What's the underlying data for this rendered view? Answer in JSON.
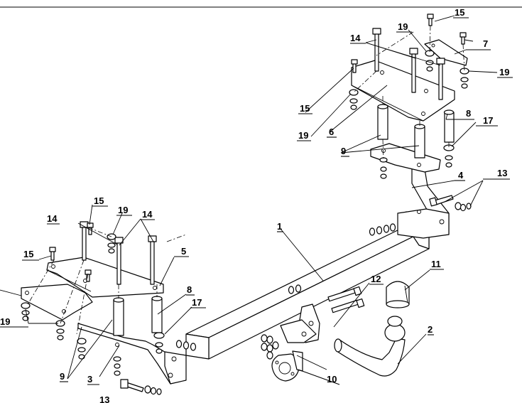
{
  "diagram": {
    "callouts": [
      {
        "id": "c1",
        "text": "1"
      },
      {
        "id": "c2",
        "text": "2"
      },
      {
        "id": "c3",
        "text": "3"
      },
      {
        "id": "c4",
        "text": "4"
      },
      {
        "id": "c5",
        "text": "5"
      },
      {
        "id": "c6",
        "text": "6"
      },
      {
        "id": "c7",
        "text": "7"
      },
      {
        "id": "c8a",
        "text": "8"
      },
      {
        "id": "c8b",
        "text": "8"
      },
      {
        "id": "c9a",
        "text": "9"
      },
      {
        "id": "c9b",
        "text": "9"
      },
      {
        "id": "c10",
        "text": "10"
      },
      {
        "id": "c11",
        "text": "11"
      },
      {
        "id": "c12",
        "text": "12"
      },
      {
        "id": "c13a",
        "text": "13"
      },
      {
        "id": "c13b",
        "text": "13"
      },
      {
        "id": "c14a",
        "text": "14"
      },
      {
        "id": "c14b",
        "text": "14"
      },
      {
        "id": "c14c",
        "text": "14"
      },
      {
        "id": "c15a",
        "text": "15"
      },
      {
        "id": "c15b",
        "text": "15"
      },
      {
        "id": "c15c",
        "text": "15"
      },
      {
        "id": "c15d",
        "text": "15"
      },
      {
        "id": "c17a",
        "text": "17"
      },
      {
        "id": "c17b",
        "text": "17"
      },
      {
        "id": "c19a",
        "text": "19"
      },
      {
        "id": "c19b",
        "text": "19"
      },
      {
        "id": "c19c",
        "text": "19"
      },
      {
        "id": "c19d",
        "text": "19"
      },
      {
        "id": "c19e",
        "text": "19"
      }
    ]
  }
}
